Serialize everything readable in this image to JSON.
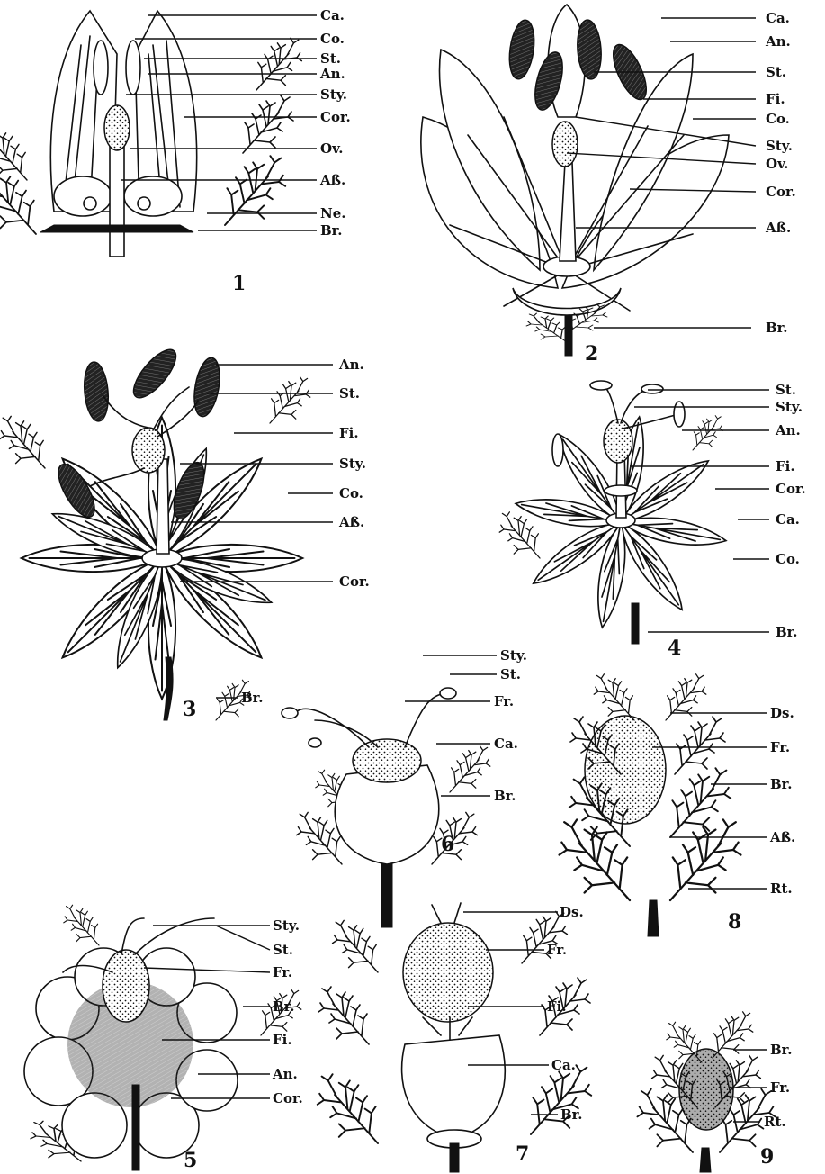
{
  "colors": {
    "ink": "#111111",
    "paper": "#ffffff"
  },
  "figures": [
    {
      "number": "1",
      "labels": [
        "Ca.",
        "Co.",
        "St.",
        "An.",
        "Sty.",
        "Cor.",
        "Ov.",
        "Aß.",
        "Ne.",
        "Br."
      ]
    },
    {
      "number": "2",
      "labels": [
        "Ca.",
        "An.",
        "St.",
        "Fi.",
        "Co.",
        "Sty.",
        "Ov.",
        "Cor.",
        "Aß.",
        "Br."
      ]
    },
    {
      "number": "3",
      "labels": [
        "An.",
        "St.",
        "Fi.",
        "Sty.",
        "Co.",
        "Aß.",
        "Cor.",
        "Br."
      ]
    },
    {
      "number": "4",
      "labels": [
        "St.",
        "Sty.",
        "An.",
        "Fi.",
        "Cor.",
        "Ca.",
        "Co.",
        "Br."
      ]
    },
    {
      "number": "5",
      "labels": [
        "Sty.",
        "St.",
        "Fr.",
        "Br.",
        "Fi.",
        "An.",
        "Cor."
      ]
    },
    {
      "number": "6",
      "labels": [
        "Sty.",
        "St.",
        "Fr.",
        "Ca.",
        "Br."
      ]
    },
    {
      "number": "7",
      "labels": [
        "Ds.",
        "Fr.",
        "Fi.",
        "Ca.",
        "Br."
      ]
    },
    {
      "number": "8",
      "labels": [
        "Ds.",
        "Fr.",
        "Br.",
        "Aß.",
        "Rt."
      ]
    },
    {
      "number": "9",
      "labels": [
        "Br.",
        "Fr.",
        "Rt."
      ]
    }
  ]
}
